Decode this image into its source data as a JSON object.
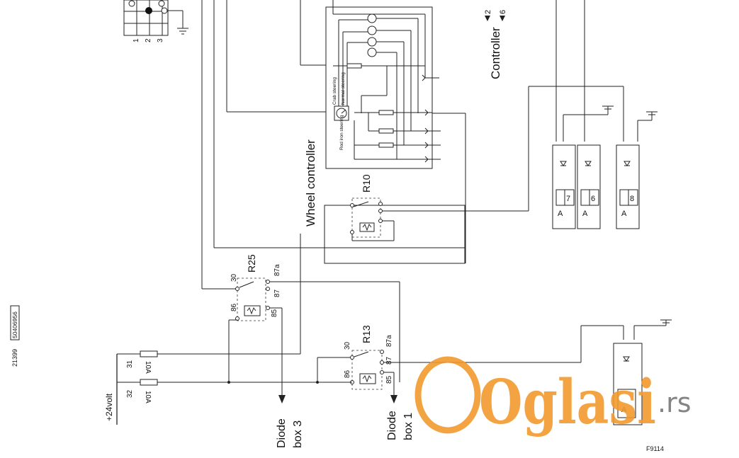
{
  "labels": {
    "controller": "Controller",
    "controller_pin_a": "2",
    "controller_pin_b": "6",
    "wheel_controller": "Wheel controller",
    "crab_steering": "Crab steering",
    "normal_steering": "Normal steering",
    "rod_iron_steering": "Rod iron steering",
    "relay_r10": "R10",
    "relay_r25": "R25",
    "relay_r13": "R13",
    "pin_30": "30",
    "pin_87a": "87a",
    "pin_87": "87",
    "pin_86": "86",
    "pin_85": "85",
    "fuse_31": "31",
    "fuse_32": "32",
    "fuse_rating": "10A",
    "supply": "+24volt",
    "diode_box_3_line1": "Diode",
    "diode_box_3_line2": "box 3",
    "diode_box_1_line1": "Diode",
    "diode_box_1_line2": "box 1",
    "doc_number": "21399",
    "part_number": "50406956",
    "figure_id": "F9114",
    "switch_pos_1": "1",
    "switch_pos_2": "2",
    "switch_pos_3": "3"
  },
  "modules": [
    {
      "prefix": "A",
      "number": "7"
    },
    {
      "prefix": "A",
      "number": "6"
    },
    {
      "prefix": "A",
      "number": "8"
    },
    {
      "prefix": "A",
      "number": ""
    }
  ],
  "watermark": {
    "brand": "Oglasi",
    "suffix": ".rs",
    "color": "#f29a2e"
  }
}
